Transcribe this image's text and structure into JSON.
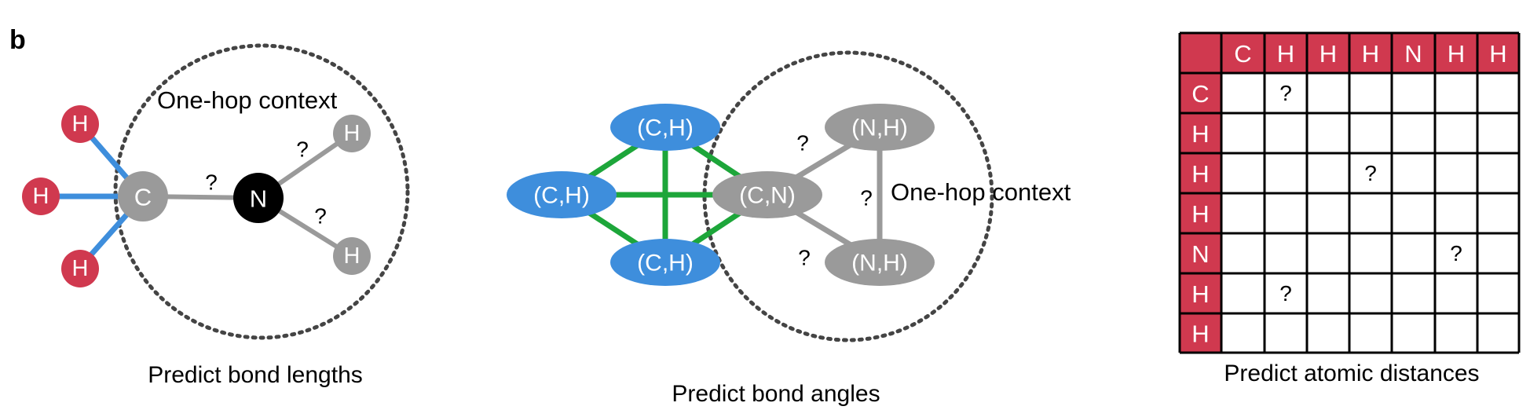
{
  "panel_label": "b",
  "colors": {
    "hydrogen_red": "#D0394F",
    "carbon_grey": "#9A9A9A",
    "nitrogen_black": "#000000",
    "blue": "#3E8EDC",
    "green": "#1DA63A",
    "edge_grey": "#9A9A9A"
  },
  "bond_lengths": {
    "context_label": "One-hop context",
    "caption": "Predict bond lengths",
    "atoms": {
      "c": "C",
      "n": "N",
      "h_top": "H",
      "h_mid": "H",
      "h_bottom": "H",
      "h_right_top": "H",
      "h_right_bottom": "H"
    },
    "q_cn": "?",
    "q_nh_top": "?",
    "q_nh_bottom": "?"
  },
  "bond_angles": {
    "context_label": "One-hop context",
    "caption": "Predict bond angles",
    "nodes": {
      "ch_top": "(C,H)",
      "ch_left": "(C,H)",
      "ch_bottom": "(C,H)",
      "cn": "(C,N)",
      "nh_top": "(N,H)",
      "nh_bottom": "(N,H)"
    },
    "q_top": "?",
    "q_mid": "?",
    "q_bottom": "?"
  },
  "atomic_distances": {
    "caption": "Predict atomic distances",
    "column_headers": [
      "C",
      "H",
      "H",
      "H",
      "N",
      "H",
      "H"
    ],
    "row_headers": [
      "C",
      "H",
      "H",
      "H",
      "N",
      "H",
      "H"
    ],
    "cells": [
      [
        "",
        "?",
        "",
        "",
        "",
        "",
        ""
      ],
      [
        "",
        "",
        "",
        "",
        "",
        "",
        ""
      ],
      [
        "",
        "",
        "",
        "?",
        "",
        "",
        ""
      ],
      [
        "",
        "",
        "",
        "",
        "",
        "",
        ""
      ],
      [
        "",
        "",
        "",
        "",
        "",
        "?",
        ""
      ],
      [
        "",
        "?",
        "",
        "",
        "",
        "",
        ""
      ],
      [
        "",
        "",
        "",
        "",
        "",
        "",
        ""
      ]
    ]
  }
}
